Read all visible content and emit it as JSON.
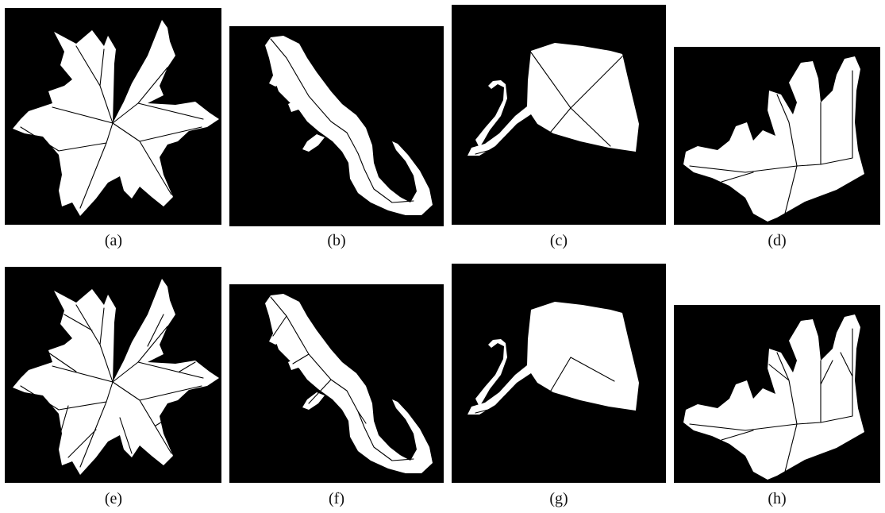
{
  "captions": {
    "a": "(a)",
    "b": "(b)",
    "c": "(c)",
    "d": "(d)",
    "e": "(e)",
    "f": "(f)",
    "g": "(g)",
    "h": "(h)"
  }
}
